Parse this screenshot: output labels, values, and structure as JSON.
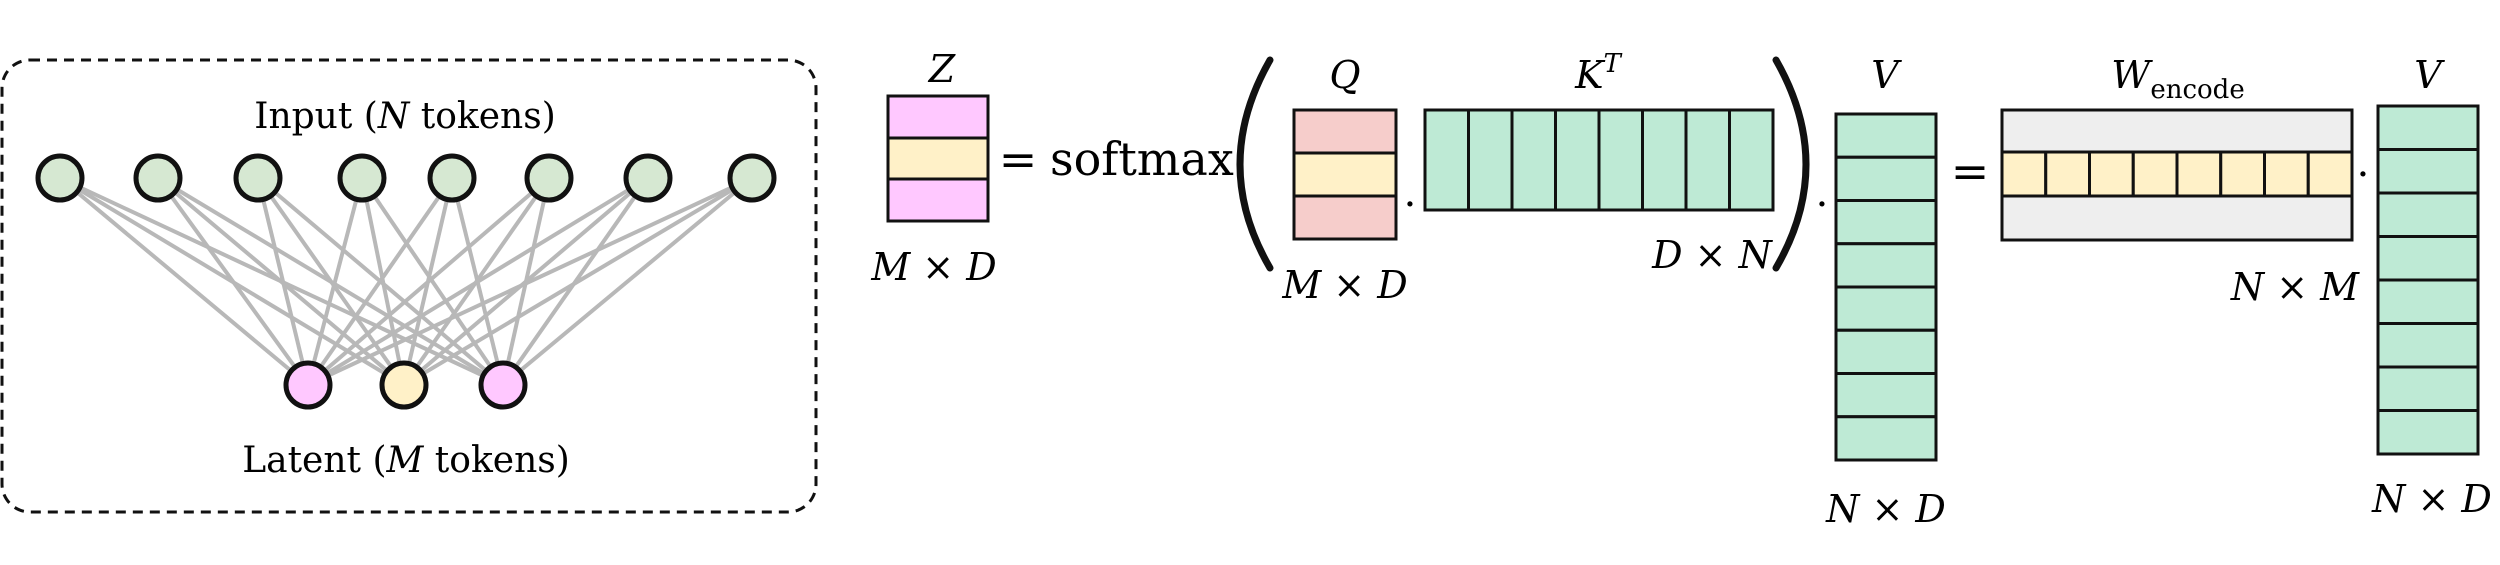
{
  "colors": {
    "input_node": "#d6e8d2",
    "latent_pink": "#ffc8ff",
    "latent_yellow": "#fff1c8",
    "query_red": "#f6cdcb",
    "green_cell": "#beead5",
    "gray_cell": "#eeeeee",
    "edge": "#b8b8b8",
    "stroke": "#111111"
  },
  "graph": {
    "input_label": {
      "pre": "Input (",
      "var": "N",
      "post": " tokens)"
    },
    "latent_label": {
      "pre": "Latent (",
      "var": "M",
      "post": " tokens)"
    },
    "input_nodes": 8,
    "latent_nodes": [
      "pink",
      "yellow",
      "pink"
    ]
  },
  "equation": {
    "Z": {
      "name": "Z",
      "dims": "M × D",
      "rows": [
        "pink",
        "yellow",
        "pink"
      ]
    },
    "softmax": "softmax",
    "equals": "=",
    "dot": "·",
    "Q": {
      "name": "Q",
      "dims": "M × D",
      "rows": [
        "red",
        "yellow",
        "red"
      ]
    },
    "K": {
      "name": "K",
      "sup": "T",
      "dims": "D × N",
      "cols": 8
    },
    "V_left": {
      "name": "V",
      "dims": "N × D",
      "rows": 8
    },
    "W": {
      "name": "W",
      "sub": "encode",
      "dims": "N × M",
      "cols": 8
    },
    "V_right": {
      "name": "V",
      "dims": "N × D",
      "rows": 8
    }
  }
}
